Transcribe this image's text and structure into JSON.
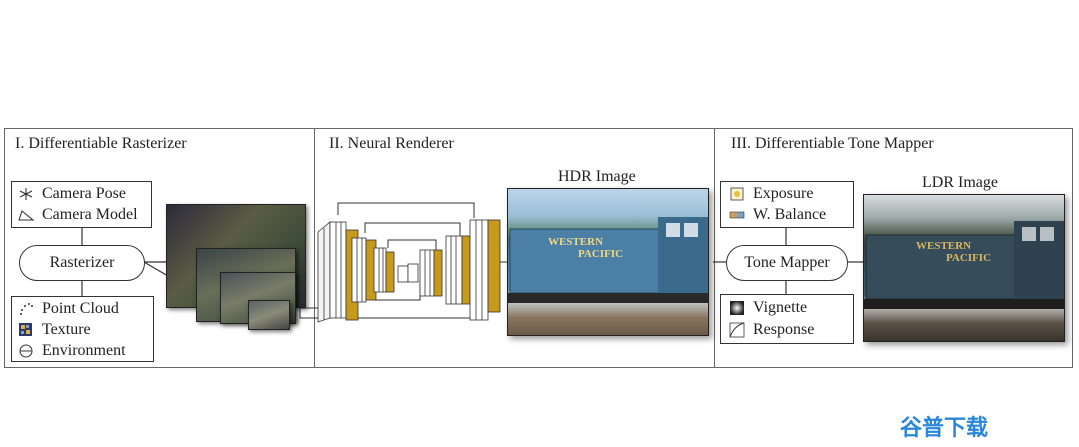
{
  "panels": [
    {
      "title": "I. Differentiable Rasterizer"
    },
    {
      "title": "II. Neural Renderer"
    },
    {
      "title": "III. Differentiable Tone Mapper"
    }
  ],
  "rasterizer": {
    "camera_items": [
      {
        "icon": "camera-pose-icon",
        "label": "Camera Pose"
      },
      {
        "icon": "camera-model-icon",
        "label": "Camera Model"
      }
    ],
    "node": "Rasterizer",
    "scene_items": [
      {
        "icon": "point-cloud-icon",
        "label": "Point Cloud"
      },
      {
        "icon": "texture-icon",
        "label": "Texture"
      },
      {
        "icon": "environment-icon",
        "label": "Environment"
      }
    ]
  },
  "renderer": {
    "hdr_label": "HDR Image"
  },
  "tonemapper": {
    "top_items": [
      {
        "icon": "exposure-icon",
        "label": "Exposure"
      },
      {
        "icon": "white-balance-icon",
        "label": "W. Balance"
      }
    ],
    "node": "Tone Mapper",
    "bottom_items": [
      {
        "icon": "vignette-icon",
        "label": "Vignette"
      },
      {
        "icon": "response-icon",
        "label": "Response"
      }
    ],
    "ldr_label": "LDR Image"
  },
  "photo_text": {
    "line1": "WESTERN",
    "line2": "PACIFIC"
  },
  "watermark": "谷普下载",
  "colors": {
    "feature_map": "#c89a1c",
    "train": "#4a77a8"
  }
}
